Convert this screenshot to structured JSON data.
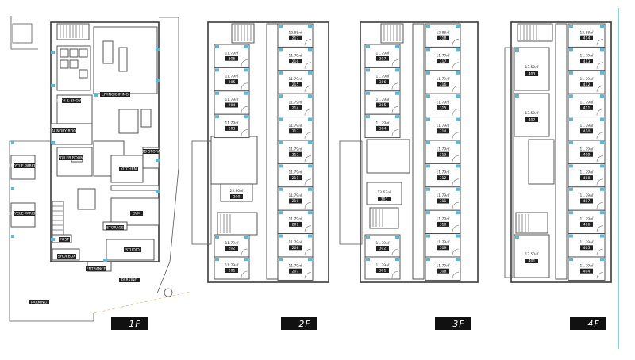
{
  "floor_tags": [
    "1F",
    "2F",
    "3F",
    "4F"
  ],
  "first_floor": {
    "labels": [
      "BATH & SHOWER",
      "LIVING/DINING",
      "LAUNDRY ROOM",
      "BOILER ROOM",
      "KITCHEN",
      "FOOD STORAGE",
      "BICYCLE PARKING",
      "BICYCLE PARKING",
      "GYM",
      "STORAGE",
      "POST",
      "SHOEBOX",
      "STUDIO",
      "ENTRANCE",
      "PARKING",
      "PARKING"
    ]
  },
  "second_floor": {
    "right_column": [
      {
        "area": "12.88㎡",
        "num": "217"
      },
      {
        "area": "11.79㎡",
        "num": "216"
      },
      {
        "area": "11.79㎡",
        "num": "215"
      },
      {
        "area": "11.79㎡",
        "num": "214"
      },
      {
        "area": "11.79㎡",
        "num": "213"
      },
      {
        "area": "11.79㎡",
        "num": "212"
      },
      {
        "area": "11.79㎡",
        "num": "211"
      },
      {
        "area": "11.79㎡",
        "num": "210"
      },
      {
        "area": "11.79㎡",
        "num": "209"
      },
      {
        "area": "11.79㎡",
        "num": "208"
      },
      {
        "area": "11.79㎡",
        "num": "207"
      }
    ],
    "left_column": [
      {
        "area": "11.79㎡",
        "num": "206"
      },
      {
        "area": "11.79㎡",
        "num": "205"
      },
      {
        "area": "11.79㎡",
        "num": "204"
      },
      {
        "area": "11.79㎡",
        "num": "203"
      },
      {
        "area": "25.80㎡",
        "num": "200"
      },
      {
        "area": "11.79㎡",
        "num": "202"
      },
      {
        "area": "11.79㎡",
        "num": "201"
      }
    ]
  },
  "third_floor": {
    "right_column": [
      {
        "area": "12.88㎡",
        "num": "318"
      },
      {
        "area": "11.79㎡",
        "num": "317"
      },
      {
        "area": "11.79㎡",
        "num": "316"
      },
      {
        "area": "11.79㎡",
        "num": "315"
      },
      {
        "area": "11.79㎡",
        "num": "314"
      },
      {
        "area": "11.79㎡",
        "num": "313"
      },
      {
        "area": "11.79㎡",
        "num": "312"
      },
      {
        "area": "11.79㎡",
        "num": "311"
      },
      {
        "area": "11.79㎡",
        "num": "310"
      },
      {
        "area": "11.79㎡",
        "num": "309"
      },
      {
        "area": "11.79㎡",
        "num": "308"
      }
    ],
    "left_column": [
      {
        "area": "11.79㎡",
        "num": "307"
      },
      {
        "area": "11.79㎡",
        "num": "306"
      },
      {
        "area": "11.79㎡",
        "num": "305"
      },
      {
        "area": "11.79㎡",
        "num": "304"
      },
      {
        "area": "13.63㎡",
        "num": "303"
      },
      {
        "area": "11.79㎡",
        "num": "302"
      },
      {
        "area": "11.79㎡",
        "num": "301"
      }
    ]
  },
  "fourth_floor": {
    "right_column": [
      {
        "area": "12.88㎡",
        "num": "414"
      },
      {
        "area": "11.79㎡",
        "num": "413"
      },
      {
        "area": "11.79㎡",
        "num": "412"
      },
      {
        "area": "11.79㎡",
        "num": "411"
      },
      {
        "area": "11.79㎡",
        "num": "410"
      },
      {
        "area": "11.79㎡",
        "num": "409"
      },
      {
        "area": "11.79㎡",
        "num": "408"
      },
      {
        "area": "11.79㎡",
        "num": "407"
      },
      {
        "area": "11.79㎡",
        "num": "406"
      },
      {
        "area": "11.79㎡",
        "num": "405"
      },
      {
        "area": "11.79㎡",
        "num": "404"
      }
    ],
    "left_column": [
      {
        "area": "13.50㎡",
        "num": "403"
      },
      {
        "area": "13.50㎡",
        "num": "402"
      },
      {
        "area": "13.50㎡",
        "num": "401"
      }
    ]
  },
  "colors": {
    "window": "#5bb8d8",
    "wall": "#3a3a3a",
    "label_box": "#222222",
    "floor_tag": "#111111"
  }
}
